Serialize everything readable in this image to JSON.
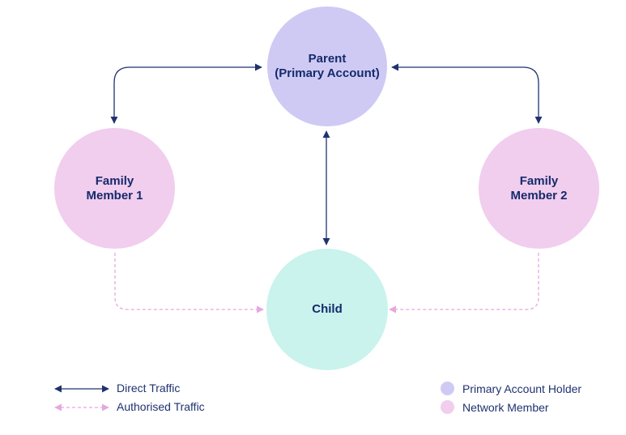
{
  "nodes": {
    "parent": {
      "line1": "Parent",
      "line2": "(Primary Account)"
    },
    "family1": {
      "line1": "Family",
      "line2": "Member 1"
    },
    "family2": {
      "line1": "Family",
      "line2": "Member 2"
    },
    "child": {
      "line1": "Child"
    }
  },
  "legend": {
    "direct": "Direct Traffic",
    "authorised": "Authorised Traffic",
    "primary_holder": "Primary Account Holder",
    "network_member": "Network Member"
  },
  "colors": {
    "primary": "#cfcaf4",
    "member": "#f1cdee",
    "child": "#c9f3ec",
    "direct_line": "#1f3270",
    "authorised_line": "#e6a8de",
    "text": "#152a6b"
  }
}
